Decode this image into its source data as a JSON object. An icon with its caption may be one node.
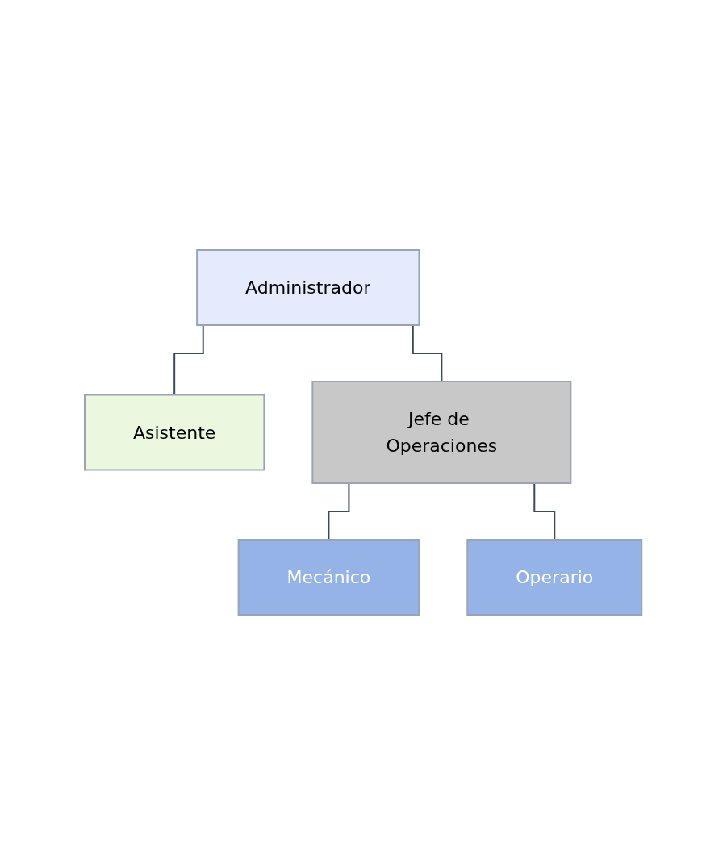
{
  "diagram": {
    "nodes": [
      {
        "text": [
          "Administrador"
        ]
      },
      {
        "text": [
          "Asistente"
        ]
      },
      {
        "text": [
          "Jefe de Operaciones"
        ]
      },
      {
        "text": [
          "Mecánico"
        ]
      },
      {
        "text": [
          "Operario"
        ]
      }
    ],
    "edges": [
      {
        "from": 0,
        "to": 1,
        "arrow": "none"
      },
      {
        "from": 0,
        "to": 2,
        "arrow": "none"
      },
      {
        "from": 2,
        "to": 3,
        "arrow": "none"
      },
      {
        "from": 2,
        "to": 4,
        "arrow": "none"
      }
    ]
  }
}
